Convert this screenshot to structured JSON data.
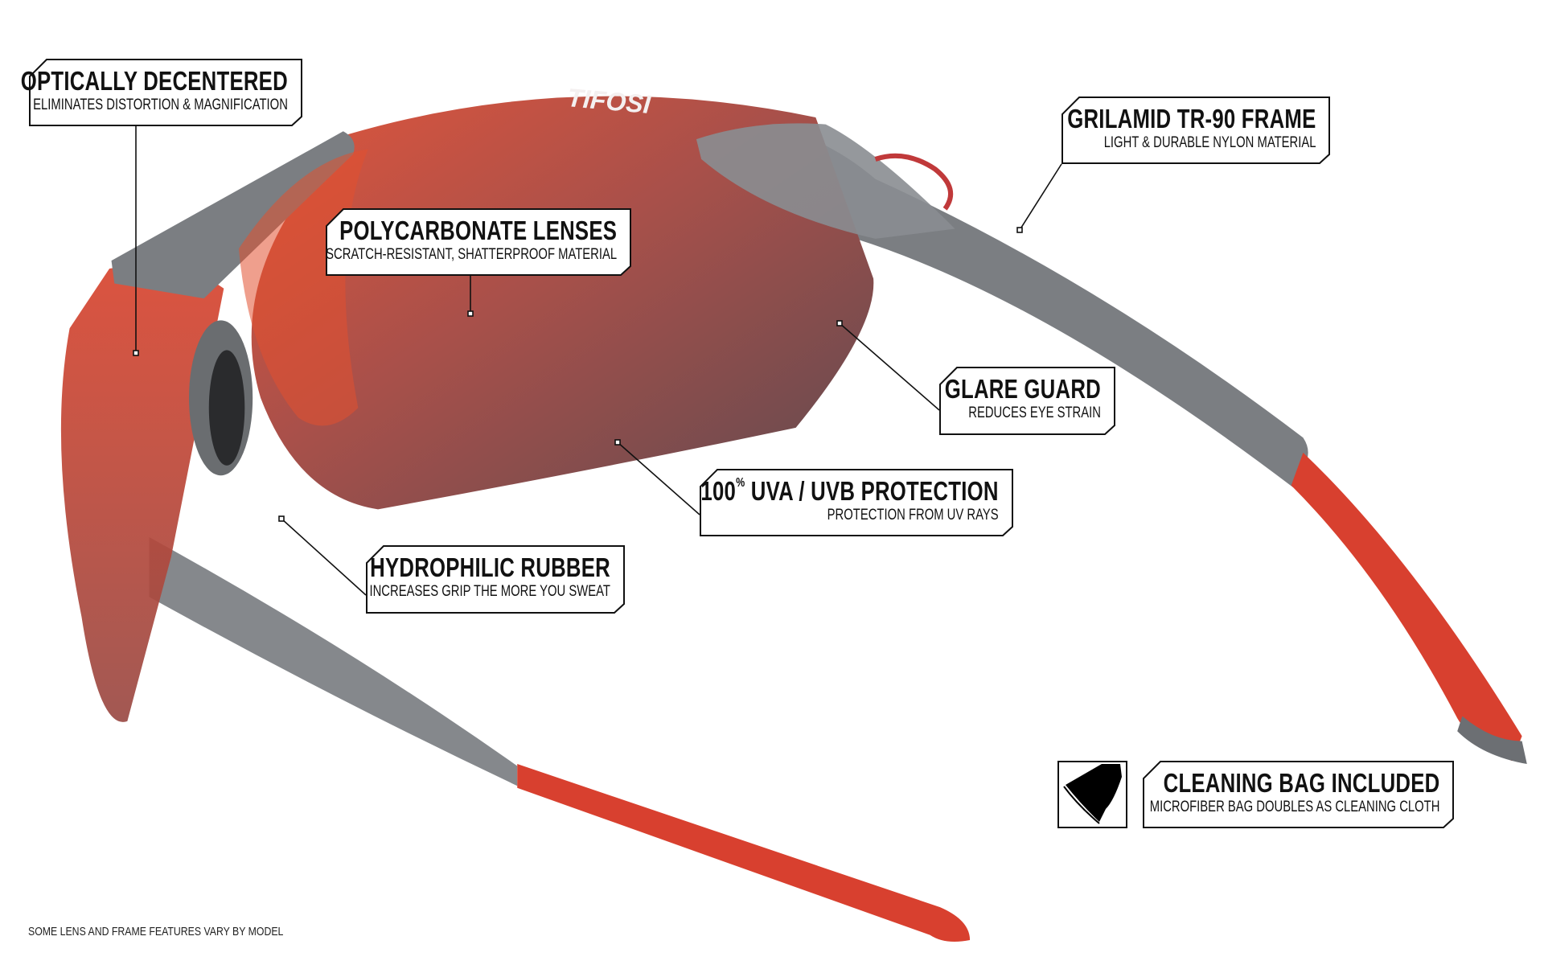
{
  "brand": "TIFOSI",
  "callouts": [
    {
      "title": "OPTICALLY DECENTERED",
      "subtitle": "ELIMINATES DISTORTION & MAGNIFICATION"
    },
    {
      "title": "POLYCARBONATE LENSES",
      "subtitle": "SCRATCH-RESISTANT, SHATTERPROOF MATERIAL"
    },
    {
      "title": "GRILAMID TR-90 FRAME",
      "subtitle": "LIGHT & DURABLE NYLON MATERIAL"
    },
    {
      "title": "GLARE GUARD",
      "subtitle": "REDUCES EYE STRAIN"
    },
    {
      "title_prefix": "100",
      "title_sup": "%",
      "title": " UVA / UVB PROTECTION",
      "subtitle": "PROTECTION FROM UV RAYS"
    },
    {
      "title": "HYDROPHILIC RUBBER",
      "subtitle": "INCREASES GRIP THE MORE YOU SWEAT"
    },
    {
      "title": "CLEANING BAG INCLUDED",
      "subtitle": "MICROFIBER BAG DOUBLES AS CLEANING CLOTH"
    }
  ],
  "footnote": "SOME LENS AND FRAME FEATURES VARY BY MODEL",
  "colors": {
    "lens_red": "#d9563f",
    "lens_dark": "#6b4a4f",
    "frame_gray": "#7b7e82",
    "rubber_red": "#d8402f"
  }
}
